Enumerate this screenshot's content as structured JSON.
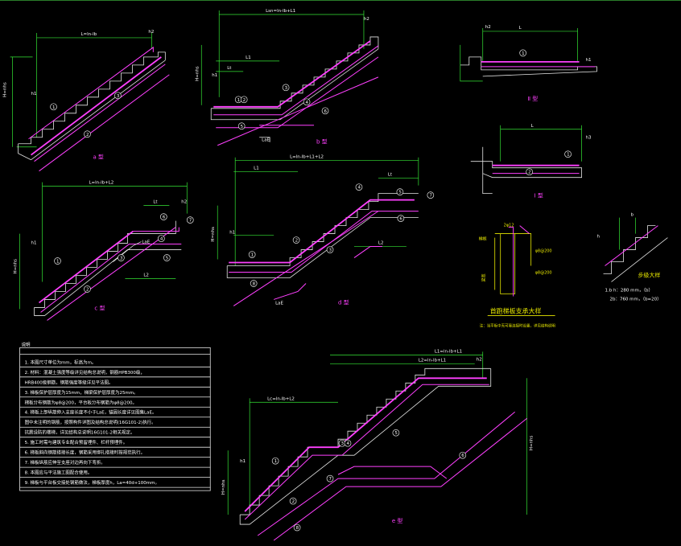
{
  "drawing": {
    "types": {
      "a": {
        "title": "a 型",
        "top_dim": "L=ln-lb",
        "side_dim": "H=nhs",
        "dim_h2": "h2",
        "dim_h1": "h1",
        "markers": [
          "1",
          "2",
          "3"
        ]
      },
      "b": {
        "title": "b 型",
        "top_dim": "Lsn=ln-lb+L1",
        "dim_l1": "L1",
        "dim_lt": "Lt",
        "dim_lae": "LaE",
        "side_dim": "H=nhs",
        "dim_h1": "h1",
        "dim_h2": "h2",
        "markers": [
          "1",
          "2",
          "3",
          "4",
          "5",
          "6"
        ]
      },
      "c": {
        "title": "c 型",
        "top_dim": "L=ln-lb+L2",
        "dim_lt": "Lt",
        "dim_l2": "L2",
        "dim_lae": "LaE",
        "side_dim": "H=nhs",
        "dim_h1": "h1",
        "dim_h2": "h2",
        "markers": [
          "1",
          "2",
          "3",
          "4",
          "5",
          "6",
          "7"
        ]
      },
      "d": {
        "title": "d 型",
        "top_dim": "L=ln-lb+L1+L2",
        "dim_l1": "L1",
        "dim_l2": "L2",
        "dim_lt": "Lt",
        "dim_lae": "LaE",
        "side_dim": "H=nhs",
        "dim_h1": "h1",
        "markers": [
          "1",
          "2",
          "3",
          "4",
          "5",
          "6",
          "7",
          "8"
        ]
      },
      "e": {
        "title": "e 型",
        "top_dim_1": "L1=ln-lb+L1",
        "top_dim_2": "L2=ln-lb+L1",
        "mid_dim": "Lc=ln-lb+L2",
        "side_dim": "H=nhs",
        "dim_h1": "h1",
        "dim_h2": "h2",
        "markers": [
          "1",
          "2",
          "3",
          "4",
          "5",
          "6",
          "7",
          "8"
        ]
      },
      "ii": {
        "title": "Ⅱ 型",
        "dim_l": "L",
        "dim_h1": "h1",
        "dim_h2": "h2",
        "markers": [
          "1"
        ]
      },
      "i": {
        "title": "Ⅰ 型",
        "dim_l": "L",
        "dim_h3": "h3",
        "markers": [
          "1",
          "2"
        ]
      }
    },
    "detail_support": {
      "title": "首跑梯板支承大样",
      "subtitle": "注：当平板中无可靠连接时设置，详见结构说明",
      "labels": [
        "2φ12",
        "φ8@200",
        "φ8@200",
        "梯板",
        "梁宽"
      ]
    },
    "detail_stair": {
      "title": "步级大样",
      "note_1": "1.b h：280 mm，（b）",
      "note_2": "2b：760 mm，（b=20）",
      "dims": [
        "b",
        "h"
      ]
    },
    "notes": {
      "header": "说明",
      "lines": [
        "1. 本图尺寸单位为mm，标高为m。",
        "2. 材料：混凝土强度等级详见结构总说明，钢筋HPB300级，",
        "    HRB400级钢筋，钢筋强度等级详见平法图。",
        "3. 梯板保护层厚度为15mm，梯梁保护层厚度为25mm。",
        "    梯板分布钢筋为φ8@200，平台板分布钢筋为φ8@200。",
        "4. 梯板上部纵筋伸入支座长度不小于LaE，锚固长度详见图集LaE。",
        "    图中未注明的钢筋，按照构件详图及结构总说明(16G101-2)执行。",
        "    抗震设防的楼梯，详见结构总说明16G101-2相关规定。",
        "5. 施工时需与建筑专业配合预留埋件、栏杆预埋件。",
        "6. 梯板斜向钢筋搭接长度，钢筋采用绑扎搭接时按规范执行。",
        "7. 梯板纵筋应伸至支座对边再向下弯折。",
        "8. 本图应与平法施工图配合使用。",
        "9. 梯板与平台板交接处钢筋做法，梯板厚度h，La=40d+100mm。"
      ]
    }
  }
}
